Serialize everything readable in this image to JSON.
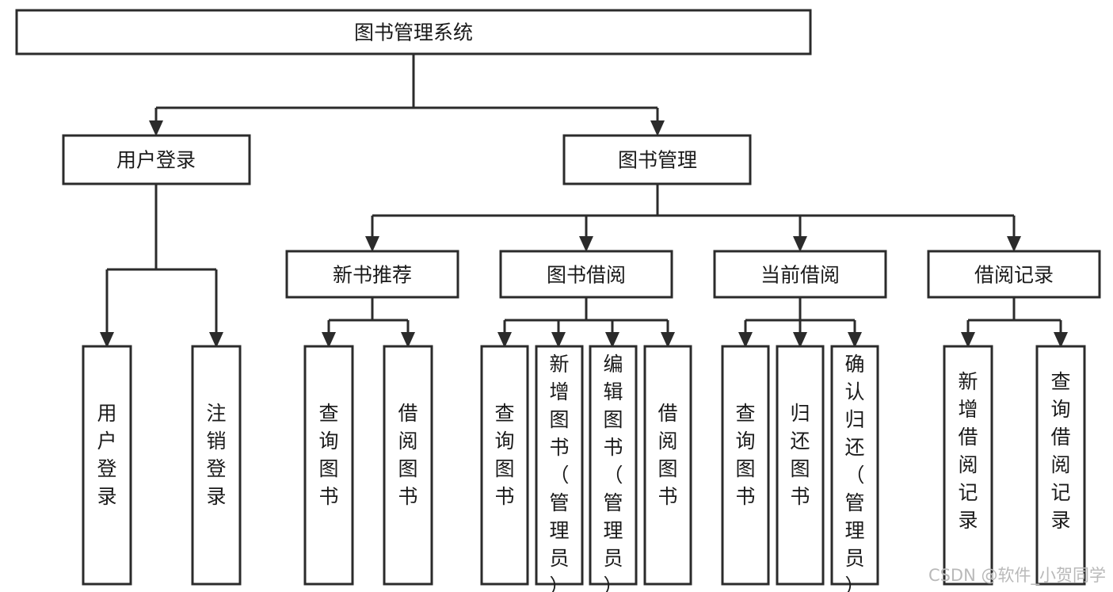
{
  "diagram": {
    "type": "tree-hierarchy",
    "title": "图书管理系统",
    "watermark": "CSDN @软件_小贺同学",
    "levels": {
      "level1": [
        {
          "id": "root",
          "label": "图书管理系统",
          "orientation": "horizontal"
        }
      ],
      "level2": [
        {
          "id": "user-login",
          "label": "用户登录",
          "orientation": "horizontal"
        },
        {
          "id": "book-manage",
          "label": "图书管理",
          "orientation": "horizontal"
        }
      ],
      "level3": [
        {
          "id": "new-book-recommend",
          "label": "新书推荐",
          "orientation": "horizontal"
        },
        {
          "id": "book-borrow",
          "label": "图书借阅",
          "orientation": "horizontal"
        },
        {
          "id": "current-borrow",
          "label": "当前借阅",
          "orientation": "horizontal"
        },
        {
          "id": "borrow-record",
          "label": "借阅记录",
          "orientation": "horizontal"
        }
      ],
      "level4": [
        {
          "id": "leaf-user-login",
          "label": "用户登录",
          "orientation": "vertical",
          "parent": "user-login"
        },
        {
          "id": "leaf-logout",
          "label": "注销登录",
          "orientation": "vertical",
          "parent": "user-login"
        },
        {
          "id": "leaf-query-book-1",
          "label": "查询图书",
          "orientation": "vertical",
          "parent": "new-book-recommend"
        },
        {
          "id": "leaf-borrow-book-1",
          "label": "借阅图书",
          "orientation": "vertical",
          "parent": "new-book-recommend"
        },
        {
          "id": "leaf-query-book-2",
          "label": "查询图书",
          "orientation": "vertical",
          "parent": "book-borrow"
        },
        {
          "id": "leaf-add-book",
          "label": "新增图书（管理员）",
          "orientation": "vertical",
          "parent": "book-borrow"
        },
        {
          "id": "leaf-edit-book",
          "label": "编辑图书（管理员）",
          "orientation": "vertical",
          "parent": "book-borrow"
        },
        {
          "id": "leaf-borrow-book-2",
          "label": "借阅图书",
          "orientation": "vertical",
          "parent": "book-borrow"
        },
        {
          "id": "leaf-query-book-3",
          "label": "查询图书",
          "orientation": "vertical",
          "parent": "current-borrow"
        },
        {
          "id": "leaf-return-book",
          "label": "归还图书",
          "orientation": "vertical",
          "parent": "current-borrow"
        },
        {
          "id": "leaf-confirm-return",
          "label": "确认归还（管理员）",
          "orientation": "vertical",
          "parent": "current-borrow"
        },
        {
          "id": "leaf-add-record",
          "label": "新增借阅记录",
          "orientation": "vertical",
          "parent": "borrow-record"
        },
        {
          "id": "leaf-query-record",
          "label": "查询借阅记录",
          "orientation": "vertical",
          "parent": "borrow-record"
        }
      ]
    },
    "colors": {
      "box_stroke": "#2b2b2b",
      "box_fill": "#ffffff",
      "text": "#1a1a1a",
      "background": "#ffffff",
      "watermark": "#b9b9b9"
    }
  }
}
